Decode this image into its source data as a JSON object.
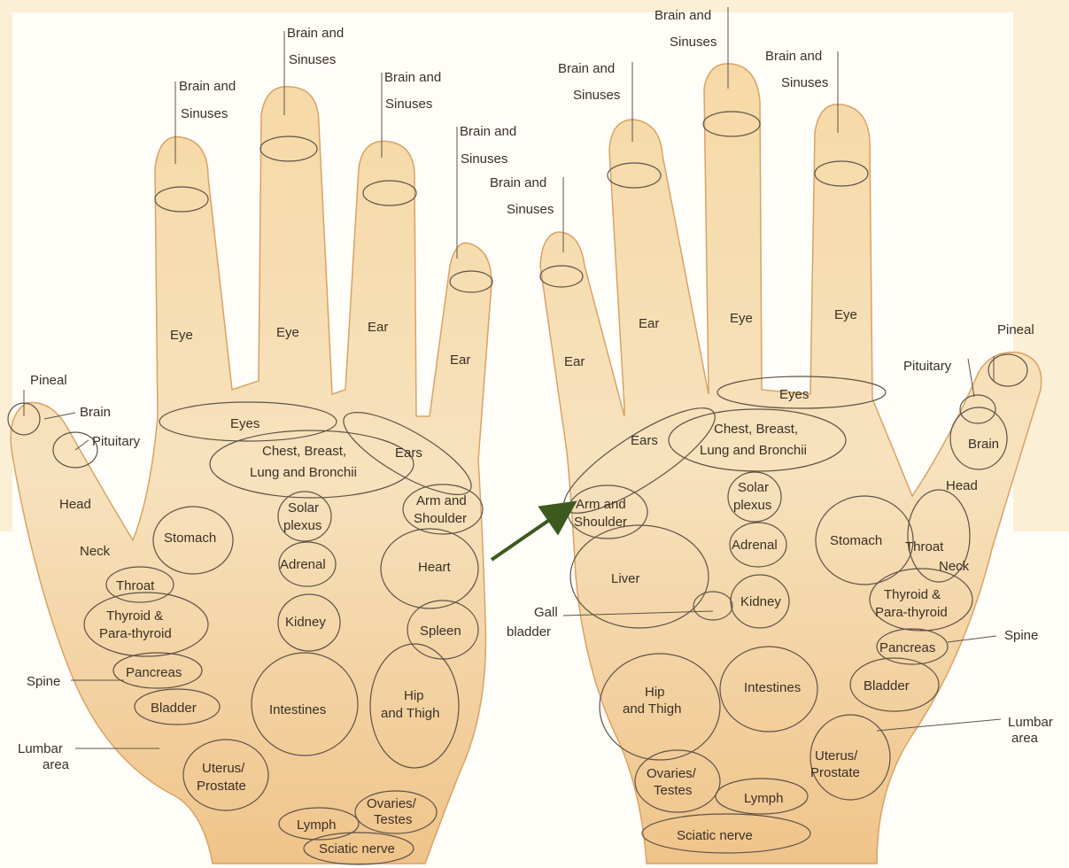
{
  "labels": {
    "brain_sinuses_line1": "Brain and",
    "brain_sinuses_line2": "Sinuses",
    "eye": "Eye",
    "ear": "Ear",
    "eyes": "Eyes",
    "ears": "Ears",
    "pineal": "Pineal",
    "brain": "Brain",
    "pituitary": "Pituitary",
    "head": "Head",
    "neck": "Neck",
    "throat": "Throat",
    "stomach": "Stomach",
    "chest_line1": "Chest, Breast,",
    "chest_line2": "Lung and Bronchii",
    "solar_line1": "Solar",
    "solar_line2": "plexus",
    "adrenal": "Adrenal",
    "kidney": "Kidney",
    "arm_line1": "Arm and",
    "arm_line2": "Shoulder",
    "heart": "Heart",
    "spleen": "Spleen",
    "thyroid_line1": "Thyroid &",
    "thyroid_line2": "Para-thyroid",
    "pancreas": "Pancreas",
    "bladder": "Bladder",
    "spine": "Spine",
    "lumbar_line1": "Lumbar",
    "lumbar_line2": "area",
    "uterus_line1": "Uterus/",
    "uterus_line2": "Prostate",
    "intestines": "Intestines",
    "hip_line1": "Hip",
    "hip_line2": "and Thigh",
    "ovaries_line1": "Ovaries/",
    "ovaries_line2": "Testes",
    "lymph": "Lymph",
    "sciatic": "Sciatic nerve",
    "liver": "Liver",
    "gall_line1": "Gall",
    "gall_line2": "bladder"
  },
  "colors": {
    "background": "#fbefd6",
    "skin": "#f4cf93",
    "outline": "#5e5247",
    "arrow": "#3d5a1e"
  }
}
